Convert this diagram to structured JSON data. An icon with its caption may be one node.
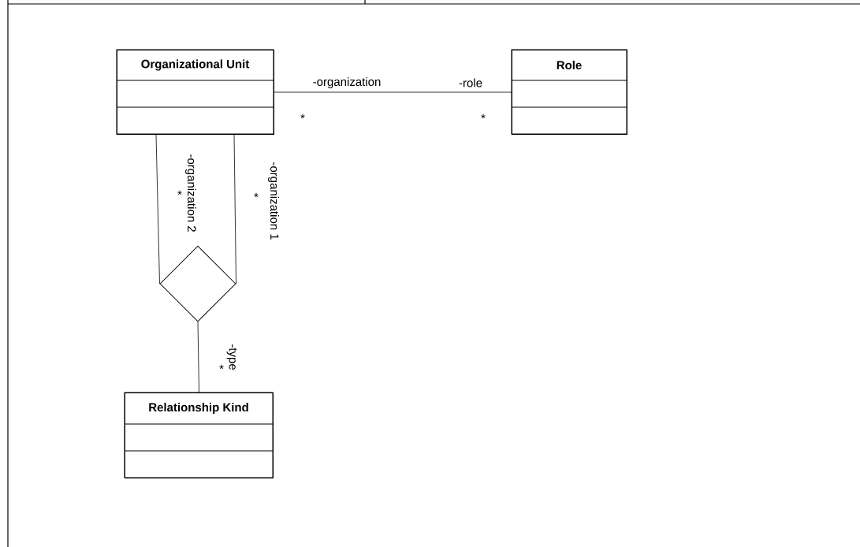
{
  "diagram": {
    "nodes": [
      {
        "text": [
          "Organizational Unit"
        ]
      },
      {
        "text": [
          "Role"
        ]
      },
      {
        "text": [],
        "shape": "diamond"
      },
      {
        "text": [
          "Relationship Kind"
        ]
      }
    ],
    "edges": [
      {
        "from": 0,
        "to": 1,
        "arrow": "none"
      },
      {
        "from": 2,
        "to": 0,
        "arrow": "none"
      },
      {
        "from": 2,
        "to": 0,
        "arrow": "none"
      },
      {
        "from": 2,
        "to": 3,
        "arrow": "none"
      }
    ],
    "labels": [
      "-organization",
      "-role",
      "*",
      "*",
      "-organization 2",
      "*",
      "-organization 1",
      "*",
      "-type",
      "*"
    ]
  }
}
